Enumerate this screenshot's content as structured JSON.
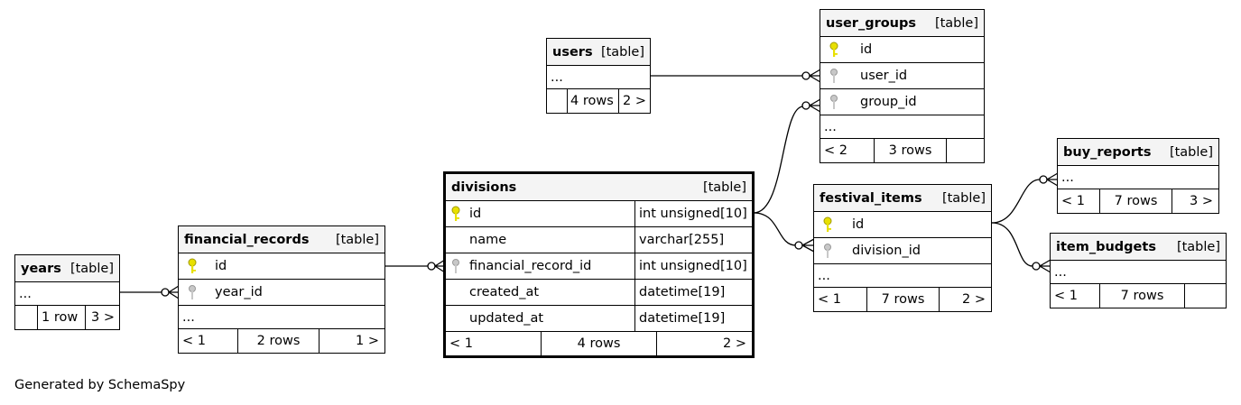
{
  "tables": {
    "years": {
      "name": "years",
      "kind": "[table]",
      "ellipsis": "...",
      "rows": "1 row",
      "next": "3 >"
    },
    "financial_records": {
      "name": "financial_records",
      "kind": "[table]",
      "cols": [
        "id",
        "year_id"
      ],
      "ellipsis": "...",
      "prev": "< 1",
      "rows": "2 rows",
      "next": "1 >"
    },
    "divisions": {
      "name": "divisions",
      "kind": "[table]",
      "cols": [
        {
          "name": "id",
          "type": "int unsigned[10]"
        },
        {
          "name": "name",
          "type": "varchar[255]"
        },
        {
          "name": "financial_record_id",
          "type": "int unsigned[10]"
        },
        {
          "name": "created_at",
          "type": "datetime[19]"
        },
        {
          "name": "updated_at",
          "type": "datetime[19]"
        }
      ],
      "prev": "< 1",
      "rows": "4 rows",
      "next": "2 >"
    },
    "users": {
      "name": "users",
      "kind": "[table]",
      "ellipsis": "...",
      "rows": "4 rows",
      "next": "2 >"
    },
    "user_groups": {
      "name": "user_groups",
      "kind": "[table]",
      "cols": [
        "id",
        "user_id",
        "group_id"
      ],
      "ellipsis": "...",
      "prev": "< 2",
      "rows": "3 rows"
    },
    "festival_items": {
      "name": "festival_items",
      "kind": "[table]",
      "cols": [
        "id",
        "division_id"
      ],
      "ellipsis": "...",
      "prev": "< 1",
      "rows": "7 rows",
      "next": "2 >"
    },
    "buy_reports": {
      "name": "buy_reports",
      "kind": "[table]",
      "ellipsis": "...",
      "prev": "< 1",
      "rows": "7 rows",
      "next": "3 >"
    },
    "item_budgets": {
      "name": "item_budgets",
      "kind": "[table]",
      "ellipsis": "...",
      "prev": "< 1",
      "rows": "7 rows"
    }
  },
  "footer": {
    "generated": "Generated by SchemaSpy"
  },
  "colors": {
    "primary_key": "#e8e000",
    "foreign_key": "#b0b0b0",
    "header_bg": "#f4f4f4",
    "line": "#000000"
  },
  "icons": {
    "primary_key": "key-icon",
    "foreign_key": "key-icon"
  }
}
